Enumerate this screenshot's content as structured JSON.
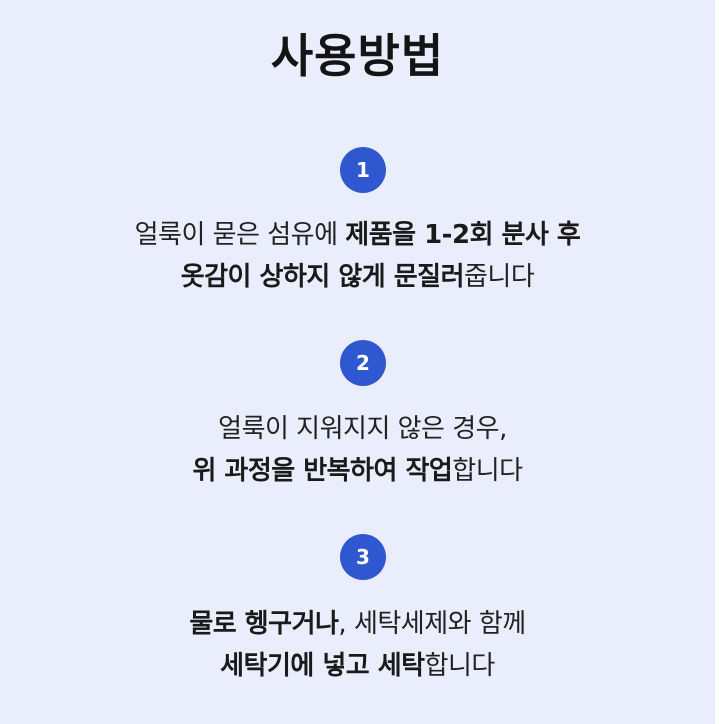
{
  "title": "사용방법",
  "accent_color": "#2e57d0",
  "background_color": "#eaeefc",
  "steps": [
    {
      "number": "1",
      "lines": [
        [
          {
            "text": "얼룩이 묻은 섬유에 ",
            "bold": false
          },
          {
            "text": "제품을 1-2회 분사 후",
            "bold": true
          }
        ],
        [
          {
            "text": "옷감이 상하지 않게 문질러",
            "bold": true
          },
          {
            "text": "줍니다",
            "bold": false
          }
        ]
      ]
    },
    {
      "number": "2",
      "lines": [
        [
          {
            "text": "얼룩이 지워지지 않은 경우,",
            "bold": false
          }
        ],
        [
          {
            "text": "위 과정을 반복하여 작업",
            "bold": true
          },
          {
            "text": "합니다",
            "bold": false
          }
        ]
      ]
    },
    {
      "number": "3",
      "lines": [
        [
          {
            "text": "물로 헹구거나",
            "bold": true
          },
          {
            "text": ", 세탁세제와 함께",
            "bold": false
          }
        ],
        [
          {
            "text": "세탁기에 넣고 세탁",
            "bold": true
          },
          {
            "text": "합니다",
            "bold": false
          }
        ]
      ]
    }
  ]
}
